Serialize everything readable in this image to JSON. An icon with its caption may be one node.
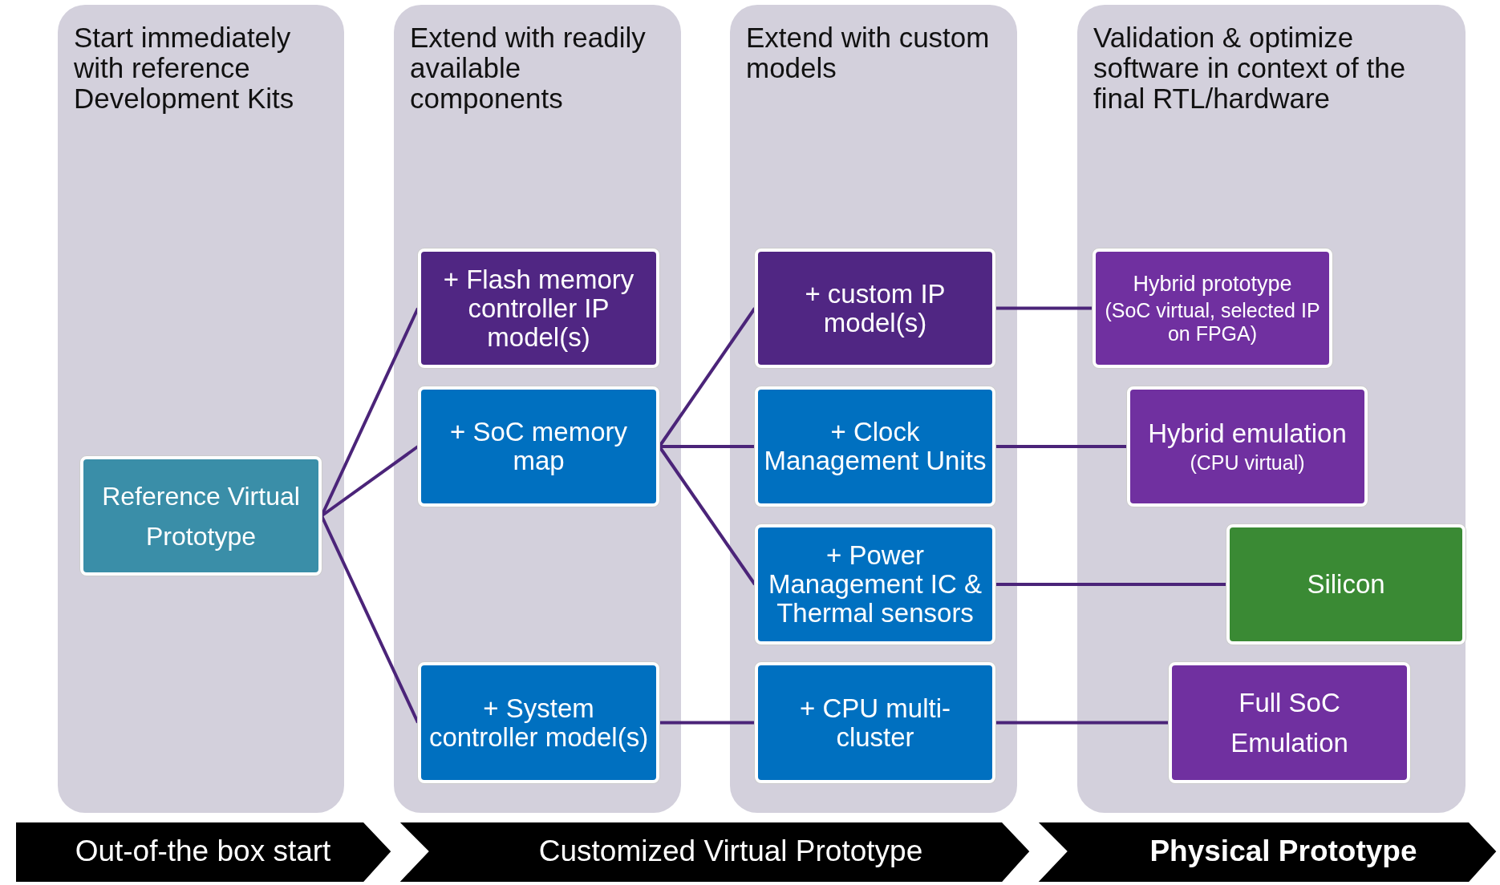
{
  "diagram": {
    "nodes": [
      {
        "text": [
          "Start immediately with reference Development Kits"
        ]
      },
      {
        "text": [
          "Extend with readily available components"
        ]
      },
      {
        "text": [
          "Extend with custom models"
        ]
      },
      {
        "text": [
          "Validation &  optimize software in context of the final RTL/hardware"
        ]
      },
      {
        "text": [
          "Reference Virtual Prototype"
        ],
        "in": 0
      },
      {
        "text": [
          "+ Flash memory controller IP model(s)"
        ],
        "in": 1
      },
      {
        "text": [
          "+ SoC memory map"
        ],
        "in": 1
      },
      {
        "text": [
          "+ System controller model(s)"
        ],
        "in": 1
      },
      {
        "text": [
          "+ custom IP model(s)"
        ],
        "in": 2
      },
      {
        "text": [
          "+ Clock Management Units"
        ],
        "in": 2
      },
      {
        "text": [
          "+ Power Management IC & Thermal sensors"
        ],
        "in": 2
      },
      {
        "text": [
          "+ CPU multi-cluster"
        ],
        "in": 2
      },
      {
        "text": [
          "Hybrid prototype",
          "(SoC virtual, selected IP on FPGA)"
        ],
        "in": 3
      },
      {
        "text": [
          "Hybrid emulation",
          "(CPU virtual)"
        ],
        "in": 3
      },
      {
        "text": [
          "Silicon"
        ],
        "in": 3
      },
      {
        "text": [
          "Full SoC Emulation"
        ],
        "in": 3
      },
      {
        "text": [
          "Out-of-the box start"
        ]
      },
      {
        "text": [
          "Customized Virtual Prototype"
        ]
      },
      {
        "text": [
          "Physical Prototype"
        ]
      }
    ],
    "edges": [
      {
        "from": 4,
        "to": 5,
        "arrow": "none"
      },
      {
        "from": 4,
        "to": 6,
        "arrow": "none"
      },
      {
        "from": 4,
        "to": 7,
        "arrow": "none"
      },
      {
        "from": 6,
        "to": 8,
        "arrow": "none"
      },
      {
        "from": 6,
        "to": 9,
        "arrow": "none"
      },
      {
        "from": 6,
        "to": 10,
        "arrow": "none"
      },
      {
        "from": 7,
        "to": 11,
        "arrow": "none"
      },
      {
        "from": 8,
        "to": 12,
        "arrow": "none"
      },
      {
        "from": 9,
        "to": 13,
        "arrow": "none"
      },
      {
        "from": 10,
        "to": 14,
        "arrow": "none"
      },
      {
        "from": 11,
        "to": 15,
        "arrow": "none"
      }
    ]
  }
}
